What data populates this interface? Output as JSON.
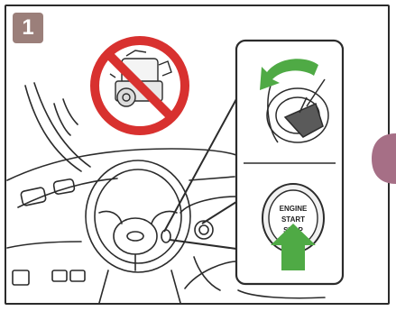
{
  "step": {
    "number": "1",
    "badge_color": "#9b7f7a"
  },
  "prohibition": {
    "icon": "no-engine-icon",
    "ring_color": "#d8312f"
  },
  "push_button": {
    "line1": "ENGINE",
    "line2": "START",
    "line3": "STOP"
  },
  "arrows": {
    "rotate_color": "#4faa45",
    "push_color": "#4faa45"
  },
  "side_tab_color": "#a66f86"
}
